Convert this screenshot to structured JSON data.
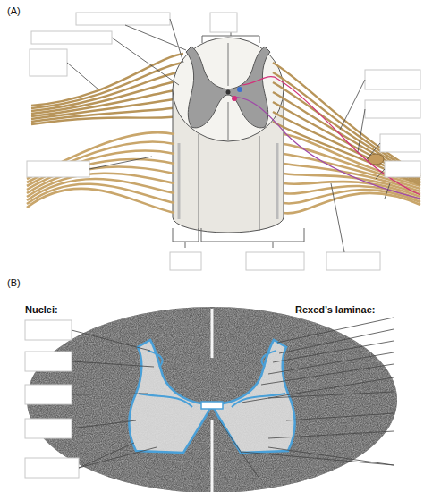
{
  "diagram": {
    "labels": [
      "(A)",
      "(B)",
      "Nuclei:",
      "Rexed’s laminae:"
    ]
  }
}
